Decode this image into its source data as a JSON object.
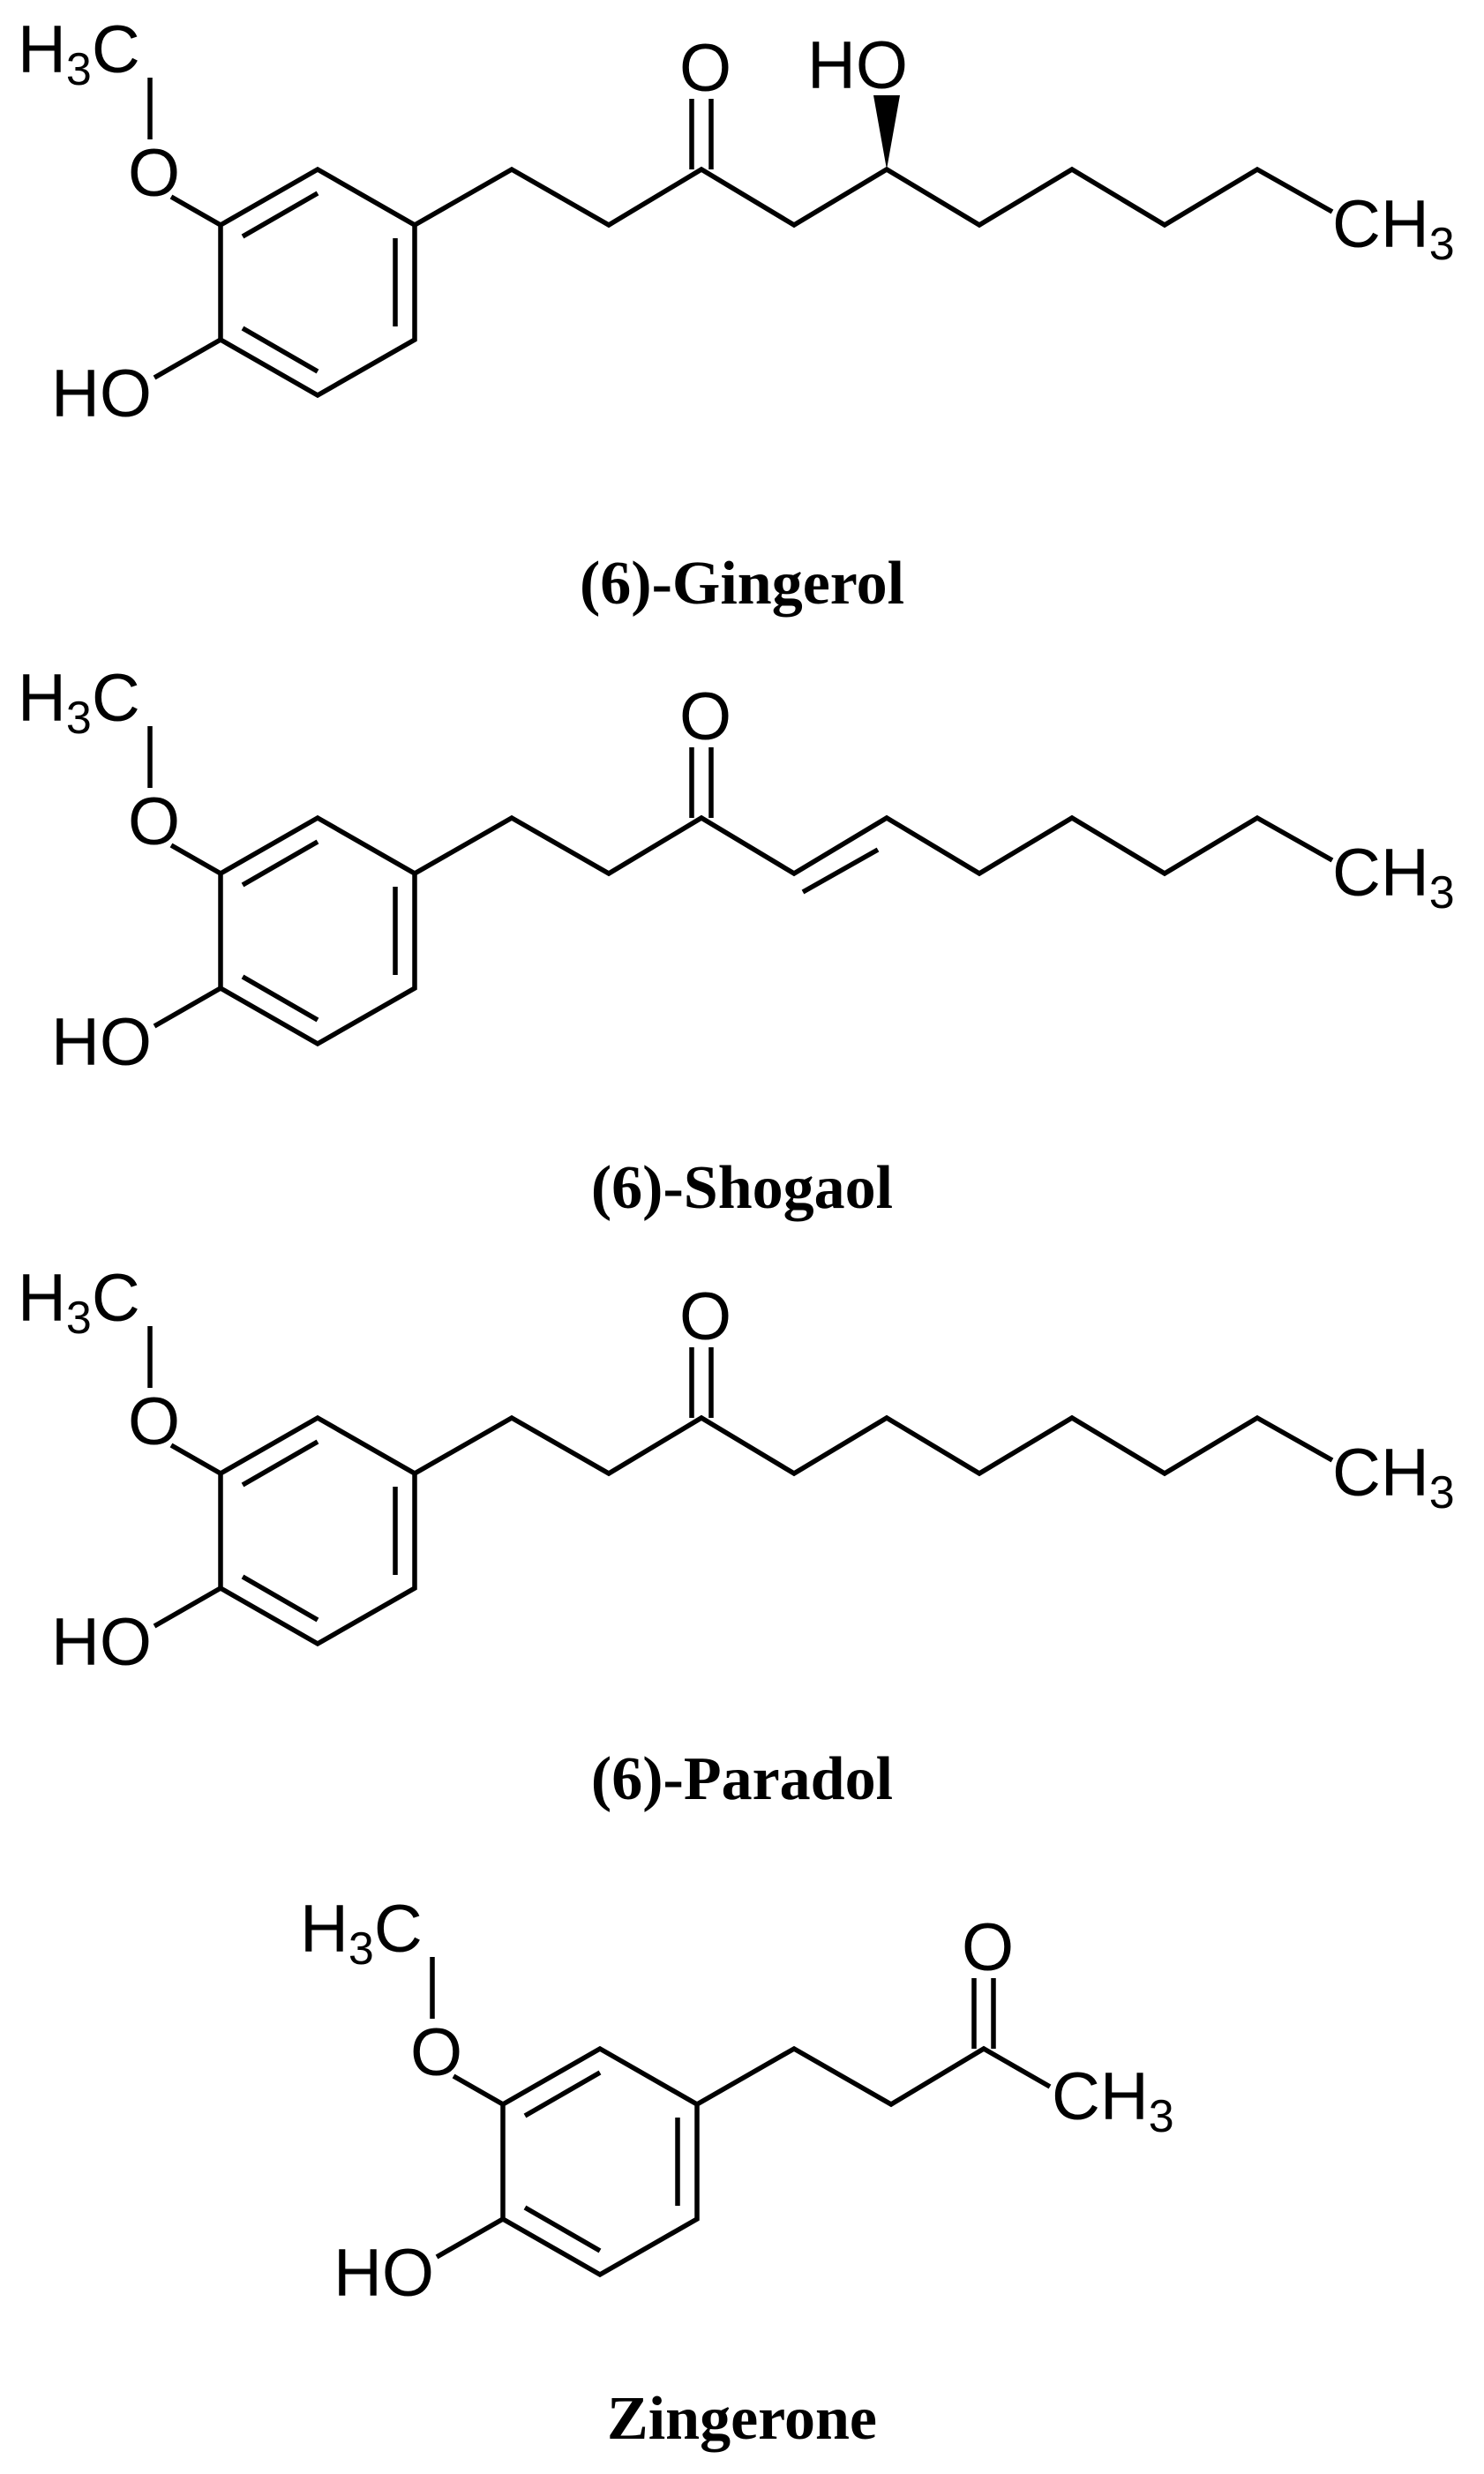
{
  "molecules": [
    {
      "name": "(6)-Gingerol",
      "labels": {
        "methyl_top": "H",
        "methyl_top_sub": "3",
        "methyl_top_c": "C",
        "ether_o": "O",
        "phenol": "HO",
        "ketone_o": "O",
        "hydroxyl": "HO",
        "terminal_c": "CH",
        "terminal_sub": "3"
      }
    },
    {
      "name": "(6)-Shogaol",
      "labels": {
        "methyl_top": "H",
        "methyl_top_sub": "3",
        "methyl_top_c": "C",
        "ether_o": "O",
        "phenol": "HO",
        "ketone_o": "O",
        "terminal_c": "CH",
        "terminal_sub": "3"
      }
    },
    {
      "name": "(6)-Paradol",
      "labels": {
        "methyl_top": "H",
        "methyl_top_sub": "3",
        "methyl_top_c": "C",
        "ether_o": "O",
        "phenol": "HO",
        "ketone_o": "O",
        "terminal_c": "CH",
        "terminal_sub": "3"
      }
    },
    {
      "name": "Zingerone",
      "labels": {
        "methyl_top": "H",
        "methyl_top_sub": "3",
        "methyl_top_c": "C",
        "ether_o": "O",
        "phenol": "HO",
        "ketone_o": "O",
        "terminal_c": "CH",
        "terminal_sub": "3"
      }
    }
  ]
}
